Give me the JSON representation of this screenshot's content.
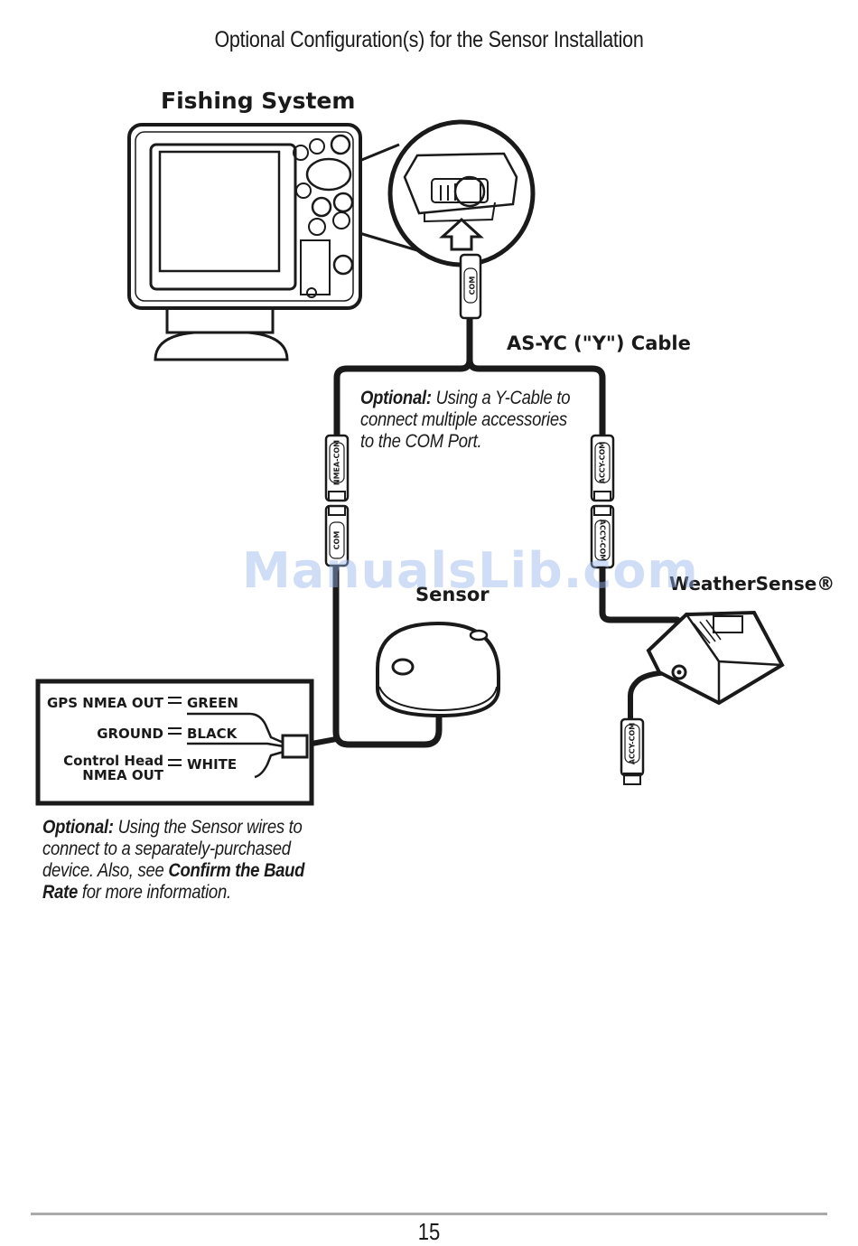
{
  "page_title": "Optional Configuration(s) for the Sensor Installation",
  "labels": {
    "fishing_system": "Fishing System",
    "y_cable": "AS-YC (\"Y\") Cable",
    "sensor": "Sensor",
    "weathersense": "WeatherSense®"
  },
  "connector_tags": {
    "com": "COM",
    "nmea_com": "NMEA-COM",
    "accy_com": "ACCY-COM"
  },
  "notes": {
    "y_cable": {
      "lead": "Optional:",
      "text": "Using a Y-Cable to connect multiple accessories to the COM Port."
    },
    "sensor_wires": {
      "lead": "Optional:",
      "text1": "Using the Sensor wires to connect to a separately-purchased device. Also, see",
      "bold_ref": "Confirm the Baud Rate",
      "text2": "for more information."
    }
  },
  "wiring_table": [
    {
      "signal": "GPS NMEA OUT",
      "color": "GREEN"
    },
    {
      "signal": "GROUND",
      "color": "BLACK"
    },
    {
      "signal": "Control Head",
      "signal_line2": "NMEA OUT",
      "color": "WHITE"
    }
  ],
  "watermark": "ManualsLib.com",
  "page_number": "15"
}
